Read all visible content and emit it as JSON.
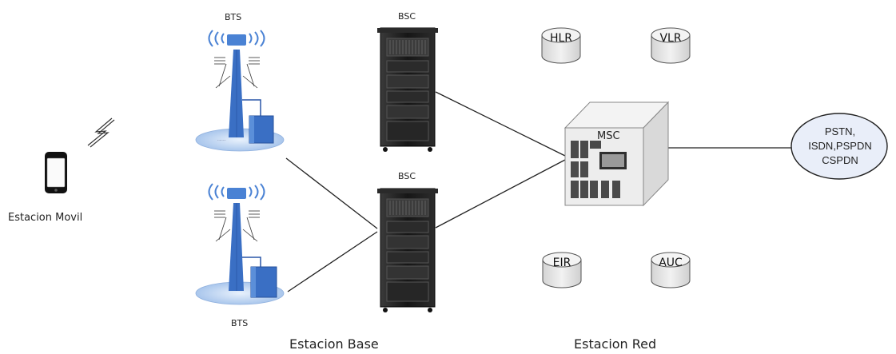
{
  "labels": {
    "bts_top": "BTS",
    "bts_bottom": "BTS",
    "bsc_top": "BSC",
    "bsc_bottom": "BSC",
    "mobile": "Estacion Movil",
    "base": "Estacion Base",
    "network": "Estacion Red",
    "msc": "MSC"
  },
  "databases": {
    "hlr": "HLR",
    "vlr": "VLR",
    "eir": "EIR",
    "auc": "AUC"
  },
  "external_network": {
    "line1": "PSTN,",
    "line2": "ISDN,PSPDN",
    "line3": "CSPDN"
  },
  "colors": {
    "tower": "#3a6fc4",
    "rack": "#1d1d1d",
    "cylinder": "#e6e6e6",
    "ground": "#cfe0f5"
  }
}
